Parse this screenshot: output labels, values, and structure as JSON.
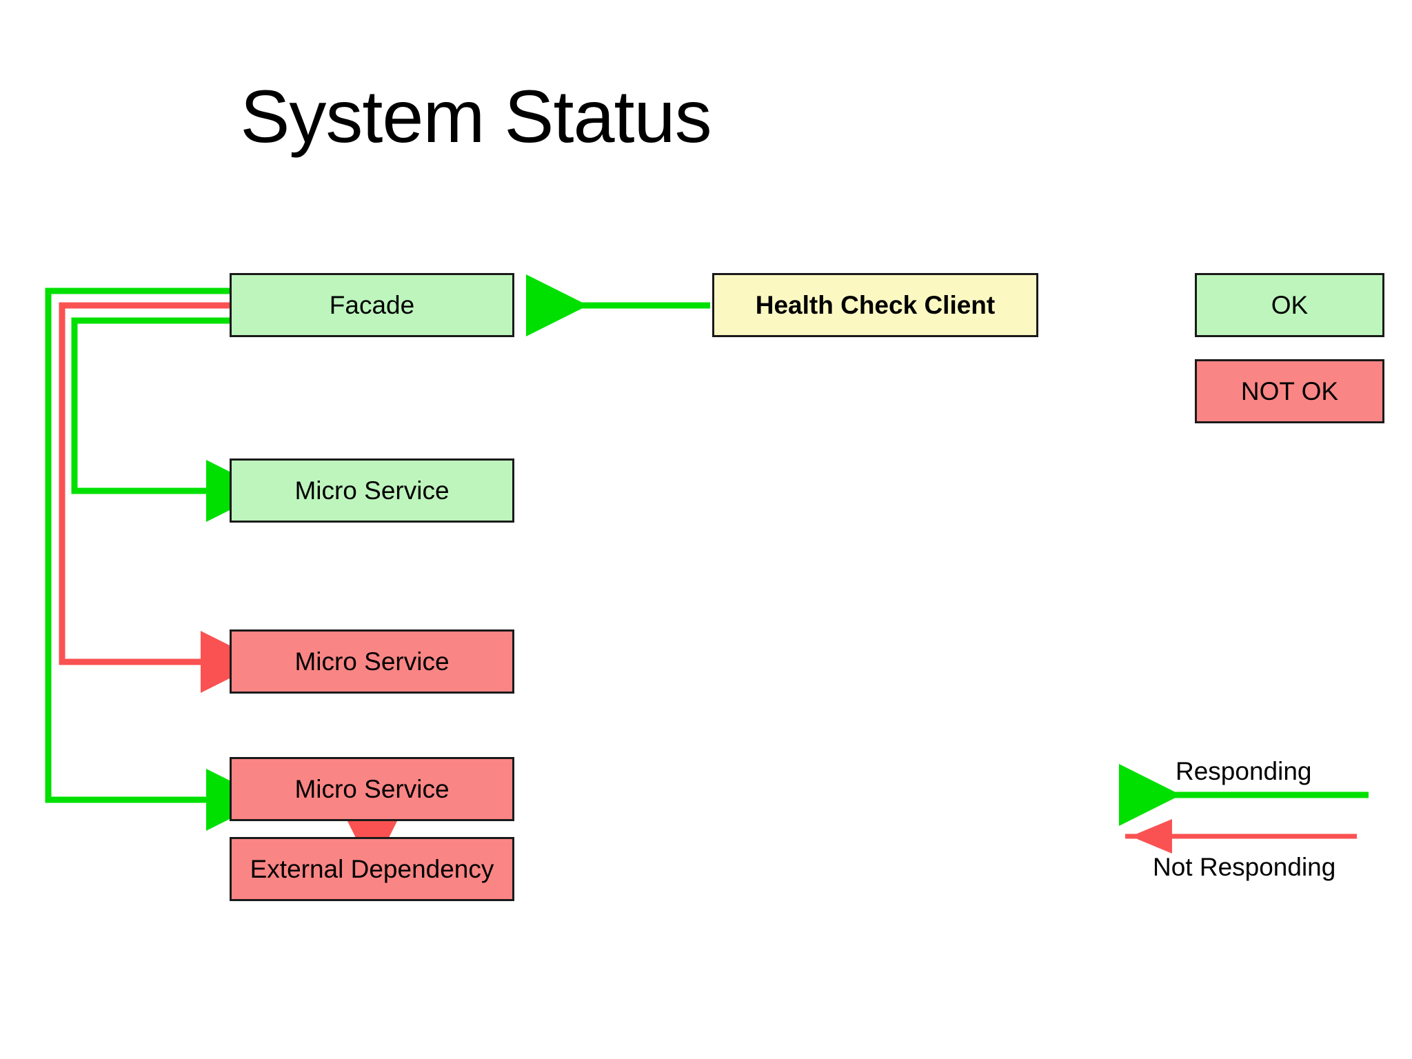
{
  "title": "System Status",
  "nodes": {
    "facade": {
      "label": "Facade",
      "status": "OK",
      "fill": "#bdf5bd"
    },
    "micro_service_1": {
      "label": "Micro Service",
      "status": "OK",
      "fill": "#bdf5bd"
    },
    "micro_service_2": {
      "label": "Micro Service",
      "status": "NOT OK",
      "fill": "#fa8585"
    },
    "micro_service_3": {
      "label": "Micro Service",
      "status": "NOT OK",
      "fill": "#fa8585"
    },
    "external_dependency": {
      "label": "External Dependency",
      "status": "NOT OK",
      "fill": "#fa8585"
    },
    "health_check_client": {
      "label": "Health Check Client",
      "fill": "#fbf8c2"
    }
  },
  "legend": {
    "status_boxes": [
      {
        "label": "OK",
        "color": "#bdf5bd"
      },
      {
        "label": "NOT OK",
        "color": "#fa8585"
      }
    ],
    "arrows": [
      {
        "label": "Responding",
        "color": "#00e000"
      },
      {
        "label": "Not Responding",
        "color": "#fa5252"
      }
    ]
  },
  "colors": {
    "responding": "#00e000",
    "not_responding": "#fa5252",
    "ok_fill": "#bdf5bd",
    "not_ok_fill": "#fa8585",
    "client_fill": "#fbf8c2",
    "stroke": "#1a1a1a",
    "background": "#ffffff"
  },
  "edges": [
    {
      "from": "health_check_client",
      "to": "facade",
      "state": "Responding",
      "color": "#00e000"
    },
    {
      "from": "facade",
      "to": "micro_service_1",
      "state": "Responding",
      "color": "#00e000"
    },
    {
      "from": "facade",
      "to": "micro_service_2",
      "state": "Not Responding",
      "color": "#fa5252"
    },
    {
      "from": "facade",
      "to": "micro_service_3",
      "state": "Responding",
      "color": "#00e000"
    },
    {
      "from": "micro_service_3",
      "to": "external_dependency",
      "state": "Not Responding",
      "color": "#fa5252"
    }
  ]
}
